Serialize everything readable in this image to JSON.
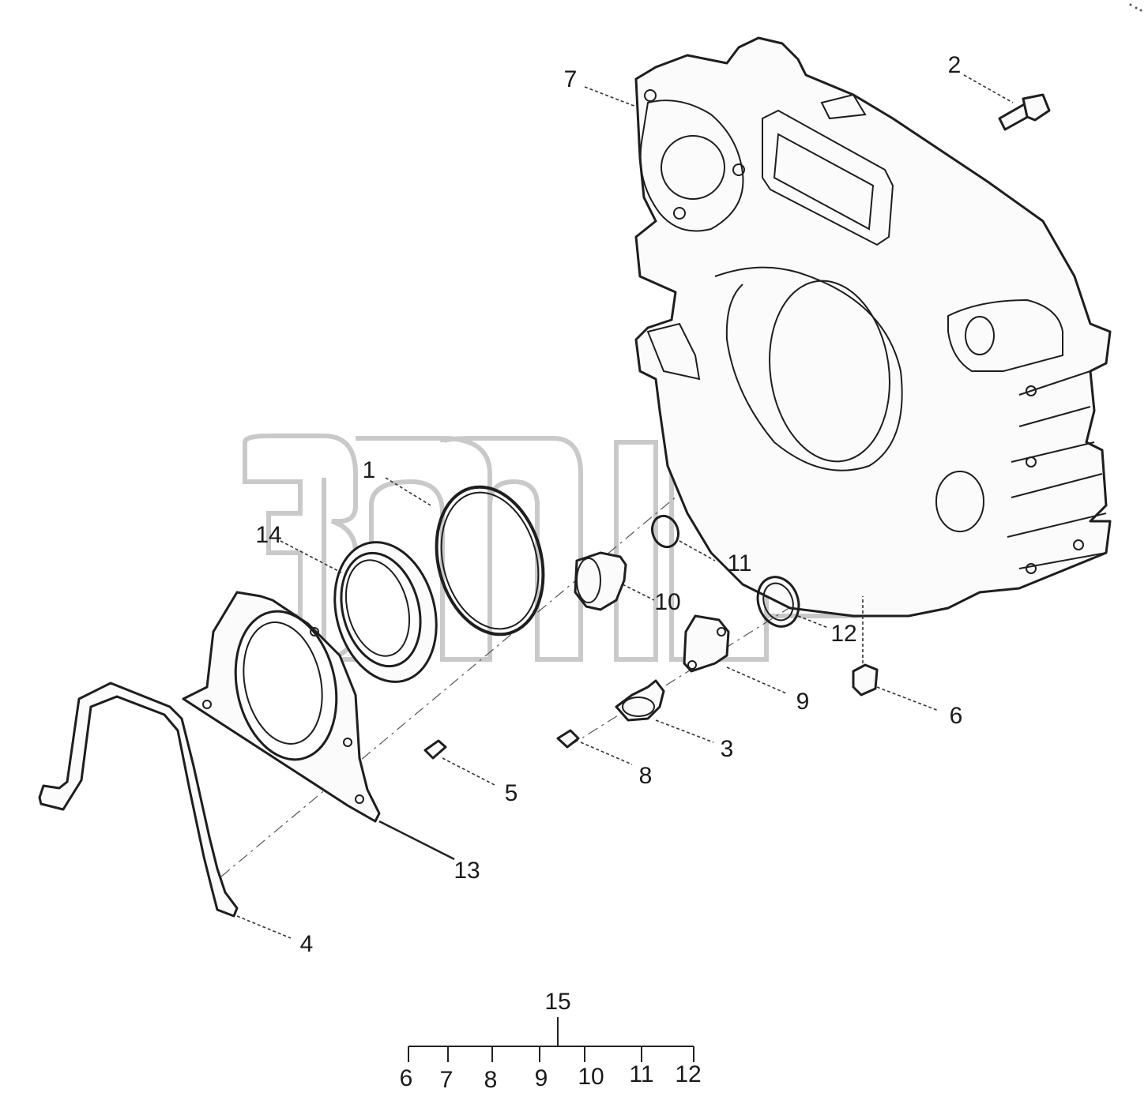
{
  "callouts": {
    "c1": "1",
    "c2": "2",
    "c3": "3",
    "c4": "4",
    "c5": "5",
    "c6": "6",
    "c7": "7",
    "c8": "8",
    "c9": "9",
    "c10": "10",
    "c11": "11",
    "c12": "12",
    "c13": "13",
    "c14": "14"
  },
  "kit": {
    "label": "15",
    "items": [
      "6",
      "7",
      "8",
      "9",
      "10",
      "11",
      "12"
    ]
  },
  "watermark": {
    "tm": "TM"
  },
  "colors": {
    "line": "#1e1e1e",
    "watermark": "#c9c9c9",
    "background": "#ffffff"
  }
}
